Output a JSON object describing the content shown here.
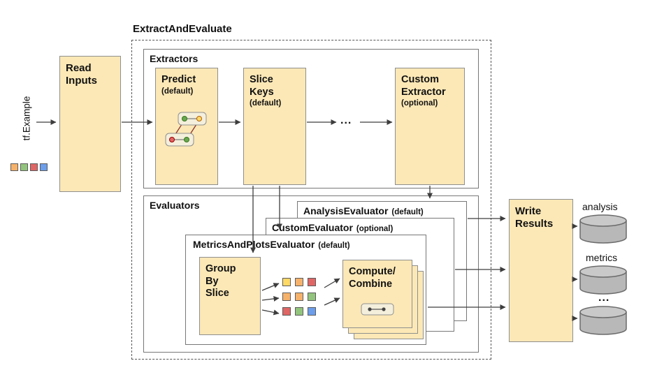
{
  "title": "ExtractAndEvaluate",
  "input": {
    "source_label": "tf.Example",
    "read_inputs_label": "Read Inputs"
  },
  "extractors": {
    "section_label": "Extractors",
    "ellipsis": "...",
    "items": [
      {
        "name": "Predict",
        "qualifier": "(default)"
      },
      {
        "name": "Slice Keys",
        "qualifier": "(default)"
      },
      {
        "name": "Custom Extractor",
        "qualifier": "(optional)"
      }
    ]
  },
  "evaluators": {
    "section_label": "Evaluators",
    "layers": [
      {
        "name": "AnalysisEvaluator",
        "qualifier": "(default)"
      },
      {
        "name": "CustomEvaluator",
        "qualifier": "(optional)"
      },
      {
        "name": "MetricsAndPlotsEvaluator",
        "qualifier": "(default)"
      }
    ],
    "group_by_slice_label": "Group By Slice",
    "compute_combine_label": "Compute/ Combine"
  },
  "outputs": {
    "write_results_label": "Write Results",
    "store_labels": [
      "analysis",
      "metrics",
      "..."
    ]
  },
  "icons": {
    "predict": "model-graph-icon",
    "compute": "node-graph-icon"
  },
  "colors": {
    "node_fill": "#fce8b6",
    "node_border": "#8f8f8f",
    "cylinder_fill": "#b8b8b8",
    "legend_squares": [
      "#f6b26b",
      "#93c47d",
      "#e06666",
      "#6d9eeb"
    ],
    "slice_grid": [
      [
        "#ffd966",
        "#f6b26b",
        "#e06666"
      ],
      [
        "#f6b26b",
        "#f6b26b",
        "#93c47d"
      ],
      [
        "#e06666",
        "#93c47d",
        "#6d9eeb"
      ]
    ]
  }
}
